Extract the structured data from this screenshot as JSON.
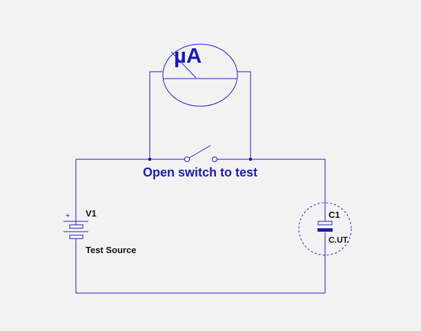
{
  "colors": {
    "background": "#f3f2f3",
    "wire": "#1a1ab3",
    "label_blue": "#1a1ab3",
    "label_dark": "#111111"
  },
  "meter": {
    "unit": "µA"
  },
  "switch": {
    "caption": "Open switch to test"
  },
  "source": {
    "name": "V1",
    "description": "Test Source",
    "polarity": "+"
  },
  "capacitor": {
    "name": "C1",
    "description": "C.UT."
  }
}
